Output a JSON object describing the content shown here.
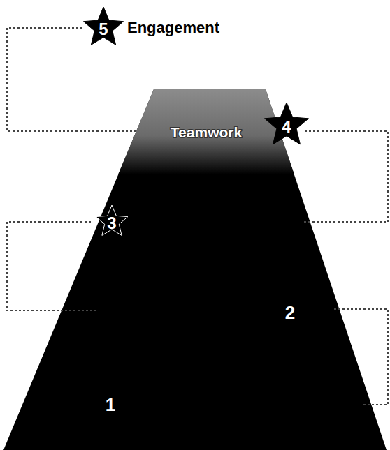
{
  "diagram": {
    "nodes": [
      {
        "text": [
          "5"
        ]
      },
      {
        "text": [
          "Teamwork"
        ]
      },
      {
        "text": [
          "4"
        ]
      },
      {
        "text": [
          "3"
        ]
      }
    ],
    "labels": [
      "Engagement",
      "1",
      "2"
    ]
  }
}
